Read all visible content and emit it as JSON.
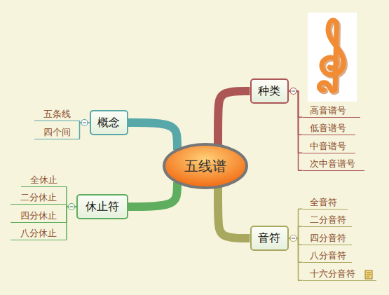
{
  "diagram": {
    "nodes": [
      {
        "text": [
          "五线谱"
        ]
      },
      {
        "text": [
          "种类"
        ]
      },
      {
        "text": [
          "高音谱号"
        ]
      },
      {
        "text": [
          "低音谱号"
        ]
      },
      {
        "text": [
          "中音谱号"
        ]
      },
      {
        "text": [
          "次中音谱号"
        ]
      },
      {
        "text": [
          "音符"
        ]
      },
      {
        "text": [
          "全音符"
        ]
      },
      {
        "text": [
          "二分音符"
        ]
      },
      {
        "text": [
          "四分音符"
        ]
      },
      {
        "text": [
          "八分音符"
        ]
      },
      {
        "text": [
          "十六分音符"
        ]
      },
      {
        "text": [
          "休止符"
        ]
      },
      {
        "text": [
          "全休止"
        ]
      },
      {
        "text": [
          "二分休止"
        ]
      },
      {
        "text": [
          "四分休止"
        ]
      },
      {
        "text": [
          "八分休止"
        ]
      },
      {
        "text": [
          "概念"
        ]
      },
      {
        "text": [
          "五条线"
        ]
      },
      {
        "text": [
          "四个间"
        ]
      }
    ],
    "edges": [
      {
        "from": 0,
        "to": 1,
        "arrow": "none"
      },
      {
        "from": 1,
        "to": 2,
        "arrow": "none"
      },
      {
        "from": 1,
        "to": 3,
        "arrow": "none"
      },
      {
        "from": 1,
        "to": 4,
        "arrow": "none"
      },
      {
        "from": 1,
        "to": 5,
        "arrow": "none"
      },
      {
        "from": 0,
        "to": 6,
        "arrow": "none"
      },
      {
        "from": 6,
        "to": 7,
        "arrow": "none"
      },
      {
        "from": 6,
        "to": 8,
        "arrow": "none"
      },
      {
        "from": 6,
        "to": 9,
        "arrow": "none"
      },
      {
        "from": 6,
        "to": 10,
        "arrow": "none"
      },
      {
        "from": 6,
        "to": 11,
        "arrow": "none"
      },
      {
        "from": 0,
        "to": 12,
        "arrow": "none"
      },
      {
        "from": 12,
        "to": 13,
        "arrow": "none"
      },
      {
        "from": 12,
        "to": 14,
        "arrow": "none"
      },
      {
        "from": 12,
        "to": 15,
        "arrow": "none"
      },
      {
        "from": 12,
        "to": 16,
        "arrow": "none"
      },
      {
        "from": 0,
        "to": 17,
        "arrow": "none"
      },
      {
        "from": 17,
        "to": 18,
        "arrow": "none"
      },
      {
        "from": 17,
        "to": 19,
        "arrow": "none"
      }
    ]
  }
}
